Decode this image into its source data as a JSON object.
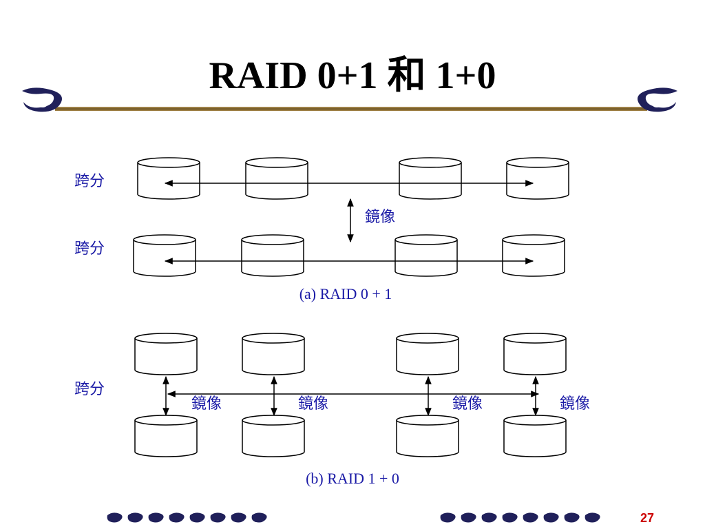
{
  "title": "RAID 0+1 和 1+0",
  "page_number": "27",
  "colors": {
    "label_blue": "#1a1aa6",
    "rule_brown": "#7a6030",
    "ornament_navy": "#20205a",
    "page_number_red": "#cc0000"
  },
  "diagram_a": {
    "span_label_top": "跨分",
    "span_label_bottom": "跨分",
    "mirror_label": "鏡像",
    "caption": "(a) RAID 0 + 1"
  },
  "diagram_b": {
    "span_label": "跨分",
    "mirror_labels": [
      "鏡像",
      "鏡像",
      "鏡像",
      "鏡像"
    ],
    "caption": "(b) RAID 1 + 0"
  }
}
